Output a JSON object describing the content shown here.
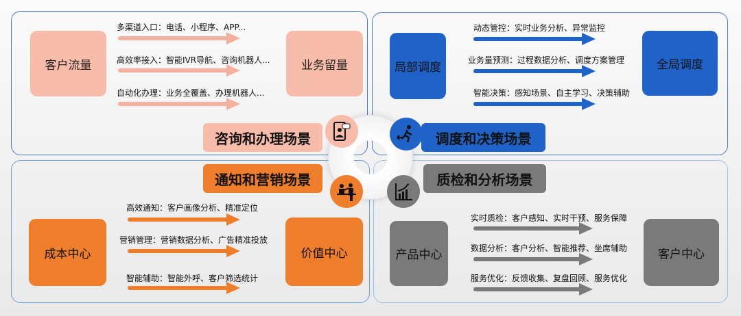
{
  "colors": {
    "peach": "#f8bcaa",
    "blue": "#1f63c9",
    "orange": "#ef7e2c",
    "gray": "#7a7a7a"
  },
  "consult": {
    "label": "咨询和办理场景",
    "from": "客户流量",
    "to": "业务留量",
    "lines": [
      "多渠道入口：电话、小程序、APP...",
      "高效率接入：智能IVR导航、咨询机器人...",
      "自动化办理：业务全覆盖、办理机器人..."
    ],
    "icon": "tablet-chat-person-icon"
  },
  "dispatch": {
    "label": "调度和决策场景",
    "from": "局部调度",
    "to": "全局调度",
    "lines": [
      "动态管控：实时业务分析、异常监控",
      "业务量预测：过程数据分析、调度方案管理",
      "智能决策：感知场景、自主学习、决策辅助"
    ],
    "icon": "running-person-icon"
  },
  "marketing": {
    "label": "通知和营销场景",
    "from": "成本中心",
    "to": "价值中心",
    "lines": [
      "高效通知：客户画像分析、精准定位",
      "营销管理：营销数据分析、广告精准投放",
      "智能辅助：智能外呼、客户筛选统计"
    ],
    "icon": "presenter-icon"
  },
  "quality": {
    "label": "质检和分析场景",
    "from": "产品中心",
    "to": "客户中心",
    "lines": [
      "实时质检：客户感知、实时干预、服务保障",
      "数据分析：客户分析、智能推荐、坐席辅助",
      "服务优化：反馈收集、复盘回顾、服务优化"
    ],
    "icon": "growth-chart-icon"
  }
}
